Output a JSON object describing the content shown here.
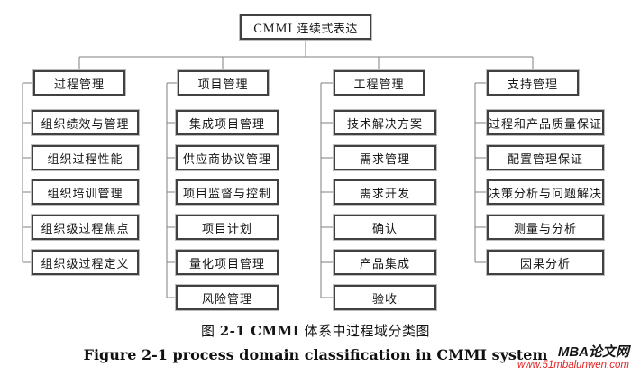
{
  "root": {
    "label": "CMMI 连续式表达"
  },
  "columns": [
    {
      "header": "过程管理",
      "children": [
        "组织绩效与管理",
        "组织过程性能",
        "组织培训管理",
        "组织级过程焦点",
        "组织级过程定义"
      ]
    },
    {
      "header": "项目管理",
      "children": [
        "集成项目管理",
        "供应商协议管理",
        "项目监督与控制",
        "项目计划",
        "量化项目管理",
        "风险管理"
      ]
    },
    {
      "header": "工程管理",
      "children": [
        "技术解决方案",
        "需求管理",
        "需求开发",
        "确认",
        "产品集成",
        "验收"
      ]
    },
    {
      "header": "支持管理",
      "children": [
        "过程和产品质量保证",
        "配置管理保证",
        "决策分析与问题解决",
        "测量与分析",
        "因果分析"
      ]
    }
  ],
  "captions": {
    "zh_prefix": "图 ",
    "zh_number": "2-1 CMMI",
    "zh_rest": " 体系中过程域分类图",
    "en": "Figure 2-1 process domain classification in CMMI system"
  },
  "watermark": {
    "site_name": "MBA论文网",
    "site_url": "www.51mbalunwen.com"
  },
  "colors": {
    "box_border": "#414141",
    "connector_gray": "#7f7f7f",
    "url_red": "#e02424"
  }
}
